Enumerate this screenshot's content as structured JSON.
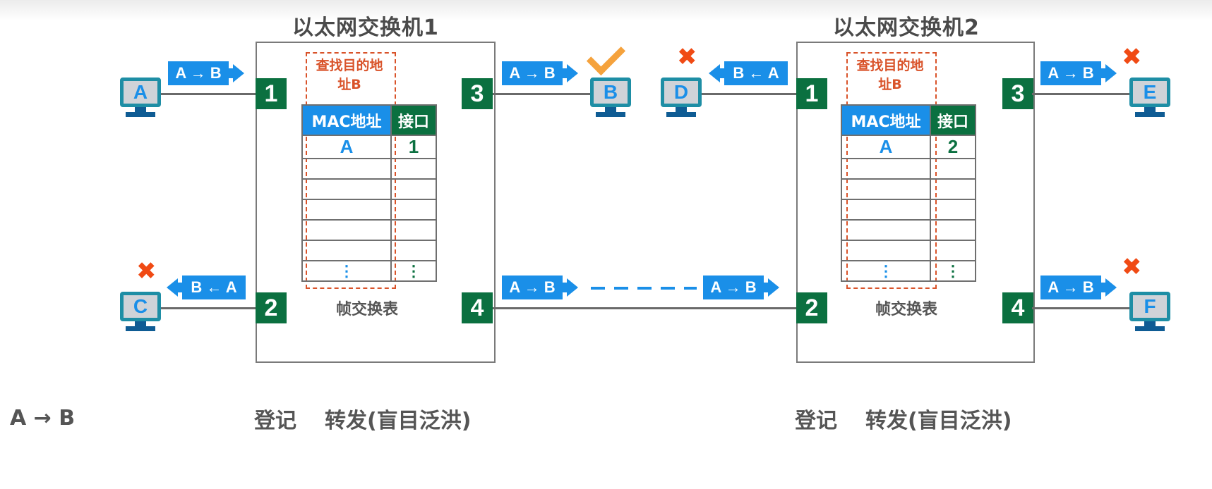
{
  "switch1": {
    "title": "以太网交换机1",
    "lookup_label": "查找目的地址B",
    "table_caption": "帧交换表",
    "columns": [
      "MAC地址",
      "接口"
    ],
    "rows": [
      {
        "mac": "A",
        "port": "1"
      }
    ],
    "ellipsis": "⋮",
    "ports": [
      "1",
      "2",
      "3",
      "4"
    ]
  },
  "switch2": {
    "title": "以太网交换机2",
    "lookup_label": "查找目的地址B",
    "table_caption": "帧交换表",
    "columns": [
      "MAC地址",
      "接口"
    ],
    "rows": [
      {
        "mac": "A",
        "port": "2"
      }
    ],
    "ellipsis": "⋮",
    "ports": [
      "1",
      "2",
      "3",
      "4"
    ]
  },
  "hosts": [
    {
      "name": "A",
      "status": "sender"
    },
    {
      "name": "B",
      "status": "accepted",
      "icon": "checkmark-icon"
    },
    {
      "name": "C",
      "status": "rejected",
      "icon": "cross-icon"
    },
    {
      "name": "D",
      "status": "rejected",
      "icon": "cross-icon"
    },
    {
      "name": "E",
      "status": "rejected",
      "icon": "cross-icon"
    },
    {
      "name": "F",
      "status": "rejected",
      "icon": "cross-icon"
    }
  ],
  "frames": {
    "forward": "A → B",
    "backward": "B ← A"
  },
  "legend": {
    "frame": "A → B"
  },
  "steps": {
    "switch1": {
      "register": "登记",
      "forward": "转发(盲目泛洪)"
    },
    "switch2": {
      "register": "登记",
      "forward": "转发(盲目泛洪)"
    }
  },
  "colors": {
    "frame_blue": "#1a8fe8",
    "port_green": "#0b7040",
    "lookup_red": "#d9532a",
    "reject_red": "#f04a14",
    "accept_orange": "#f5a23c"
  }
}
